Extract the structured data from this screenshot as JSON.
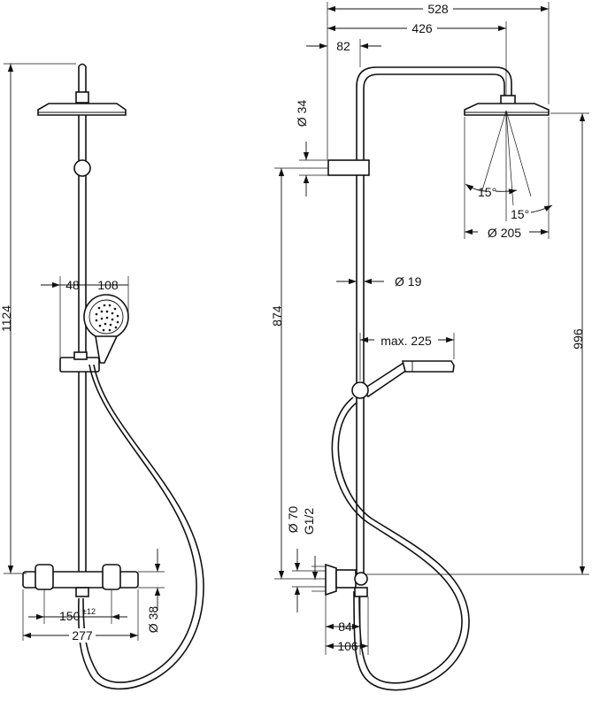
{
  "dimensions": {
    "left_view": {
      "total_height": "1124",
      "handshower_offset": "48",
      "handshower_width": "108",
      "thermostat_spacing": "150",
      "thermostat_spacing_tolerance": "±12",
      "thermostat_width": "277",
      "thermostat_diameter": "Ø 38"
    },
    "right_view": {
      "arm_reach": "528",
      "arm_to_head_center": "426",
      "rail_offset": "82",
      "holder_diameter": "Ø 34",
      "rail_diameter": "Ø 19",
      "head_angle_a": "15°",
      "head_angle_b": "15°",
      "head_diameter": "Ø 205",
      "bracket_height": "874",
      "outlet_height": "996",
      "handshower_reach": "max. 225",
      "inlet_diameter": "Ø 70",
      "inlet_thread": "G1/2",
      "inlet_offset_a": "84",
      "inlet_offset_b": "106"
    }
  }
}
